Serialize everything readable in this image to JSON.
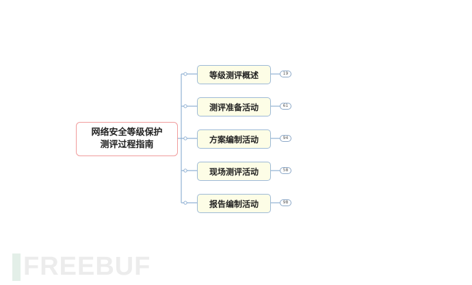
{
  "root": {
    "line1": "网络安全等级保护",
    "line2": "测评过程指南"
  },
  "children": [
    {
      "label": "等级测评概述",
      "count": "19"
    },
    {
      "label": "测评准备活动",
      "count": "61"
    },
    {
      "label": "方案编制活动",
      "count": "94"
    },
    {
      "label": "现场测评活动",
      "count": "58"
    },
    {
      "label": "报告编制活动",
      "count": "98"
    }
  ],
  "watermark": "FREEBUF",
  "colors": {
    "line": "#8fb0d3",
    "root_border": "#f09a9a",
    "node_fill": "#fdfde6"
  }
}
